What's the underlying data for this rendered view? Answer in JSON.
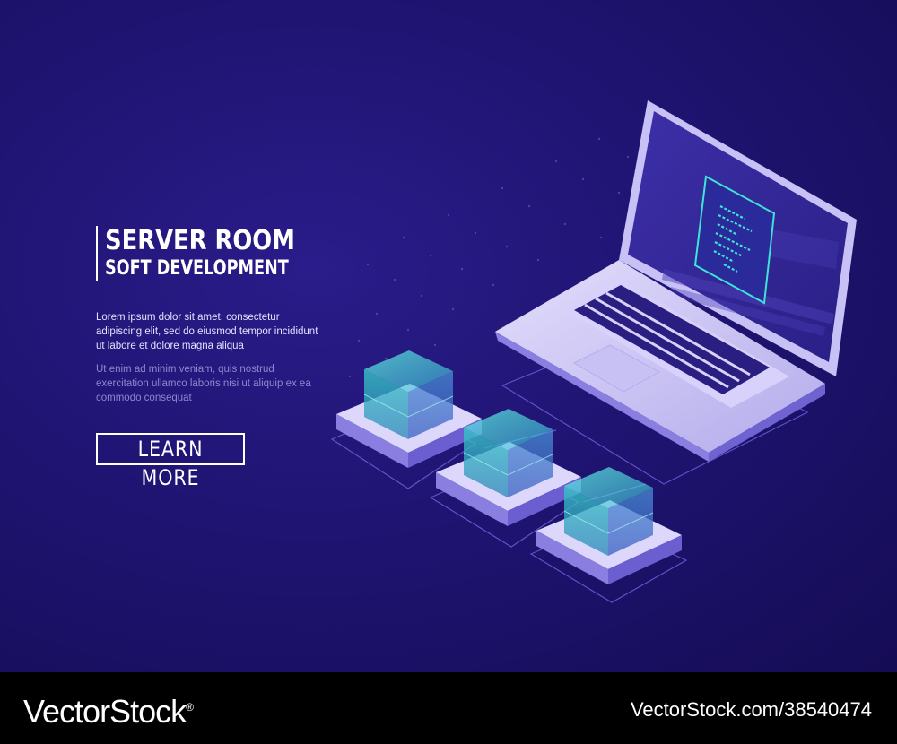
{
  "hero": {
    "title_line1": "SERVER ROOM",
    "title_line2": "SOFT DEVELOPMENT",
    "paragraph_1": "Lorem ipsum dolor sit amet, consectetur adipiscing elit, sed do eiusmod tempor incididunt ut labore et dolore magna aliqua",
    "paragraph_2": "Ut enim ad minim veniam, quis nostrud exercitation ullamco laboris nisi ut aliquip ex ea commodo consequat",
    "cta_label": "LEARN MORE"
  },
  "illustration": {
    "icons": [
      "laptop-icon",
      "code-document-icon",
      "server-cube-icon"
    ]
  },
  "footer": {
    "brand": "VectorStock",
    "brand_mark": "®",
    "stock_id": "VectorStock.com/38540474"
  },
  "colors": {
    "background": "#1f1472",
    "accent_cyan": "#3fe3d6",
    "device_lavender": "#c9c3f5",
    "footer": "#000000"
  }
}
